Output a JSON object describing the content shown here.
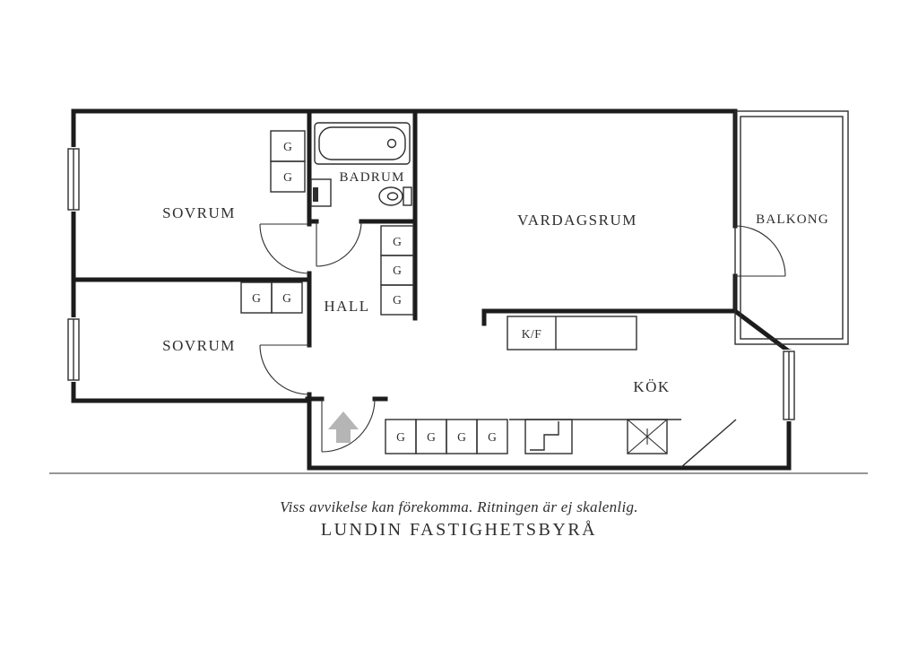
{
  "plan": {
    "rooms": {
      "sovrum_top": "SOVRUM",
      "sovrum_bottom": "SOVRUM",
      "badrum": "BADRUM",
      "hall": "HALL",
      "vardagsrum": "VARDAGSRUM",
      "balkong": "BALKONG",
      "kok": "KÖK"
    },
    "labels": {
      "wardrobe": "G",
      "fridge_freezer": "K/F"
    }
  },
  "footer": {
    "disclaimer": "Viss avvikelse kan förekomma. Ritningen är ej skalenlig.",
    "company": "LUNDIN FASTIGHETSBYRÅ"
  },
  "colors": {
    "wall": "#1c1c1c",
    "line": "#2e2e2e",
    "arrow_gray": "#b5b5b5"
  }
}
